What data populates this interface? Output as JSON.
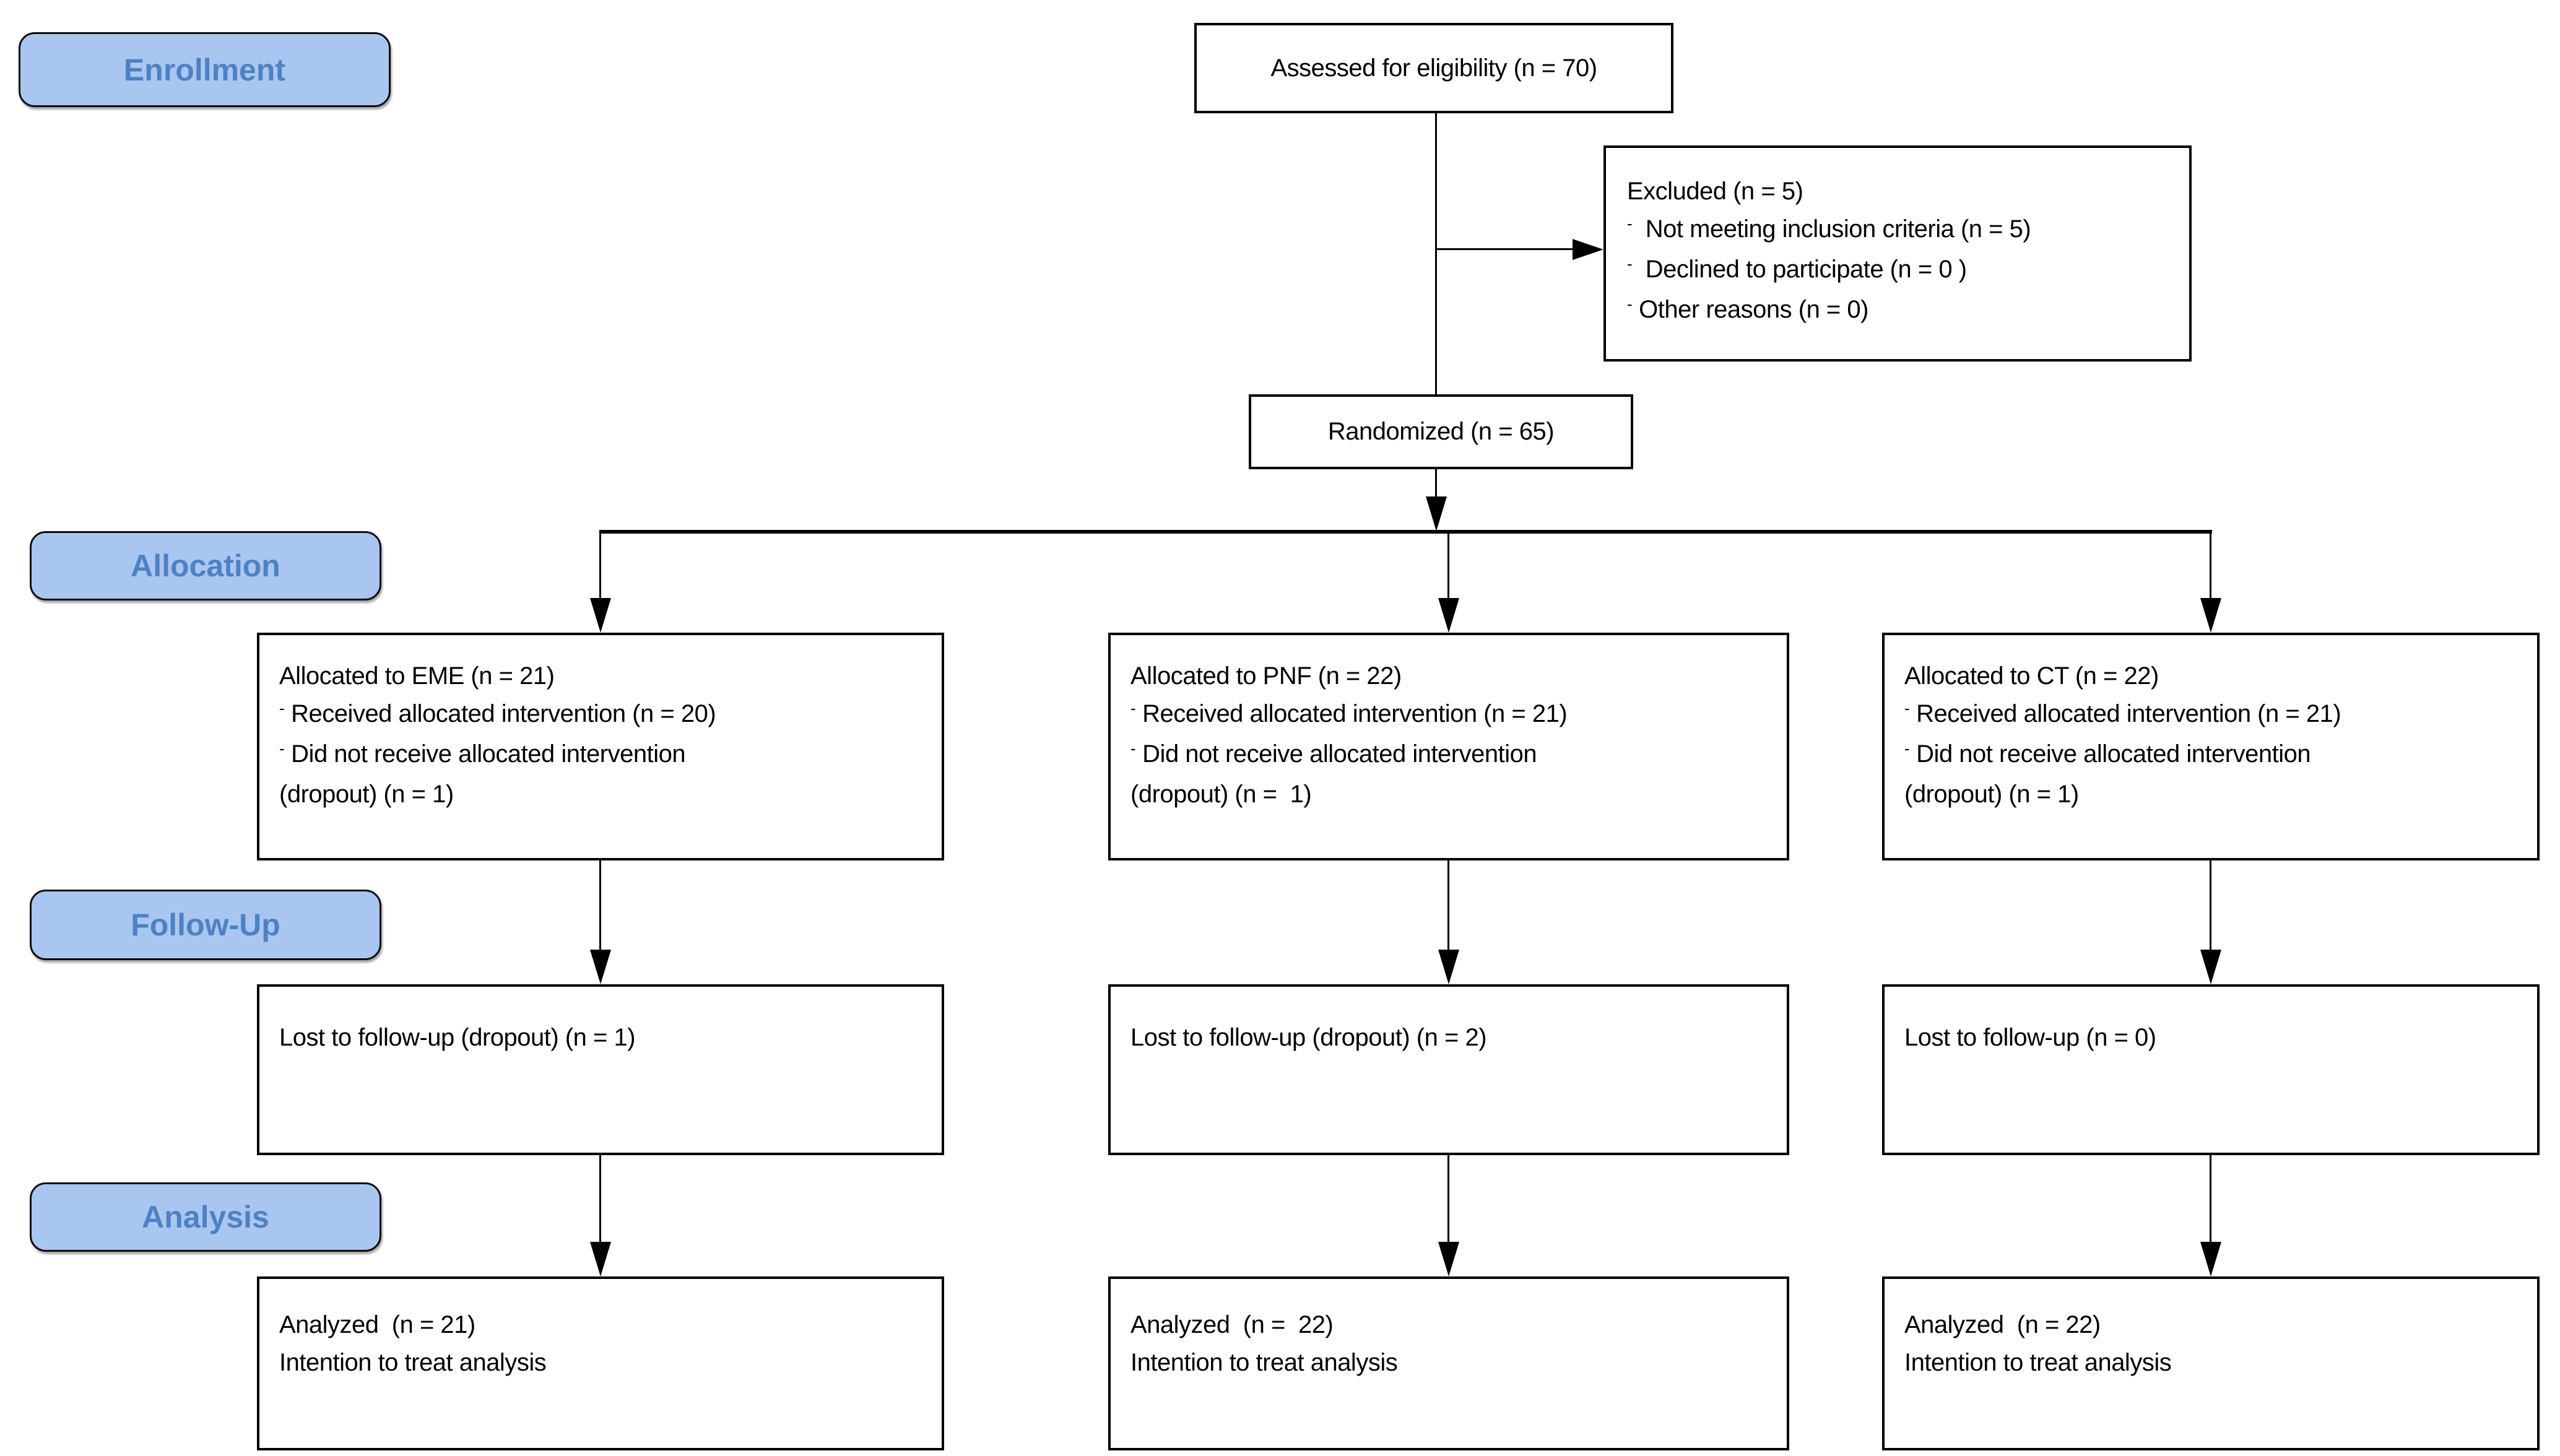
{
  "diagram_type": "CONSORT participant flow diagram",
  "colors": {
    "background": "#FFFFFF",
    "badge_fill": "#A9C6F1",
    "badge_text": "#4E81C4",
    "box_border": "#000000",
    "connector": "#000000",
    "text": "#000000"
  },
  "bullet_char": "-",
  "badges": {
    "enrollment": "Enrollment",
    "allocation": "Allocation",
    "follow_up": "Follow-Up",
    "analysis": "Analysis"
  },
  "boxes": {
    "assessed": [
      {
        "t": "Assessed for eligibility (n = 70)",
        "b": false
      }
    ],
    "excluded": [
      {
        "t": "Excluded (n = 5)",
        "b": false
      },
      {
        "t": " Not meeting inclusion criteria (n = 5)",
        "b": true
      },
      {
        "t": " Declined to participate (n = 0 )",
        "b": true
      },
      {
        "t": "Other reasons (n = 0)",
        "b": true
      }
    ],
    "randomized": [
      {
        "t": "Randomized (n = 65)",
        "b": false
      }
    ],
    "allocated_eme": [
      {
        "t": "Allocated to EME (n = 21)",
        "b": false
      },
      {
        "t": "Received allocated intervention (n = 20)",
        "b": true
      },
      {
        "t": "Did not receive allocated intervention",
        "b": true
      },
      {
        "t": "(dropout) (n = 1)",
        "b": false
      }
    ],
    "allocated_pnf": [
      {
        "t": "Allocated to PNF (n = 22)",
        "b": false
      },
      {
        "t": "Received allocated intervention (n = 21)",
        "b": true
      },
      {
        "t": "Did not receive allocated intervention",
        "b": true
      },
      {
        "t": "(dropout) (n =  1)",
        "b": false
      }
    ],
    "allocated_ct": [
      {
        "t": "Allocated to CT (n = 22)",
        "b": false
      },
      {
        "t": "Received allocated intervention (n = 21)",
        "b": true
      },
      {
        "t": "Did not receive allocated intervention",
        "b": true
      },
      {
        "t": "(dropout) (n = 1)",
        "b": false
      }
    ],
    "lost_eme": [
      {
        "t": "Lost to follow-up (dropout) (n = 1)",
        "b": false
      }
    ],
    "lost_pnf": [
      {
        "t": "Lost to follow-up (dropout) (n = 2)",
        "b": false
      }
    ],
    "lost_ct": [
      {
        "t": "Lost to follow-up (n = 0)",
        "b": false
      }
    ],
    "analyzed_eme": [
      {
        "t": "Analyzed  (n = 21)",
        "b": false
      },
      {
        "t": "Intention to treat analysis",
        "b": false
      }
    ],
    "analyzed_pnf": [
      {
        "t": "Analyzed  (n =  22)",
        "b": false
      },
      {
        "t": "Intention to treat analysis",
        "b": false
      }
    ],
    "analyzed_ct": [
      {
        "t": "Analyzed  (n = 22)",
        "b": false
      },
      {
        "t": "Intention to treat analysis",
        "b": false
      }
    ]
  }
}
